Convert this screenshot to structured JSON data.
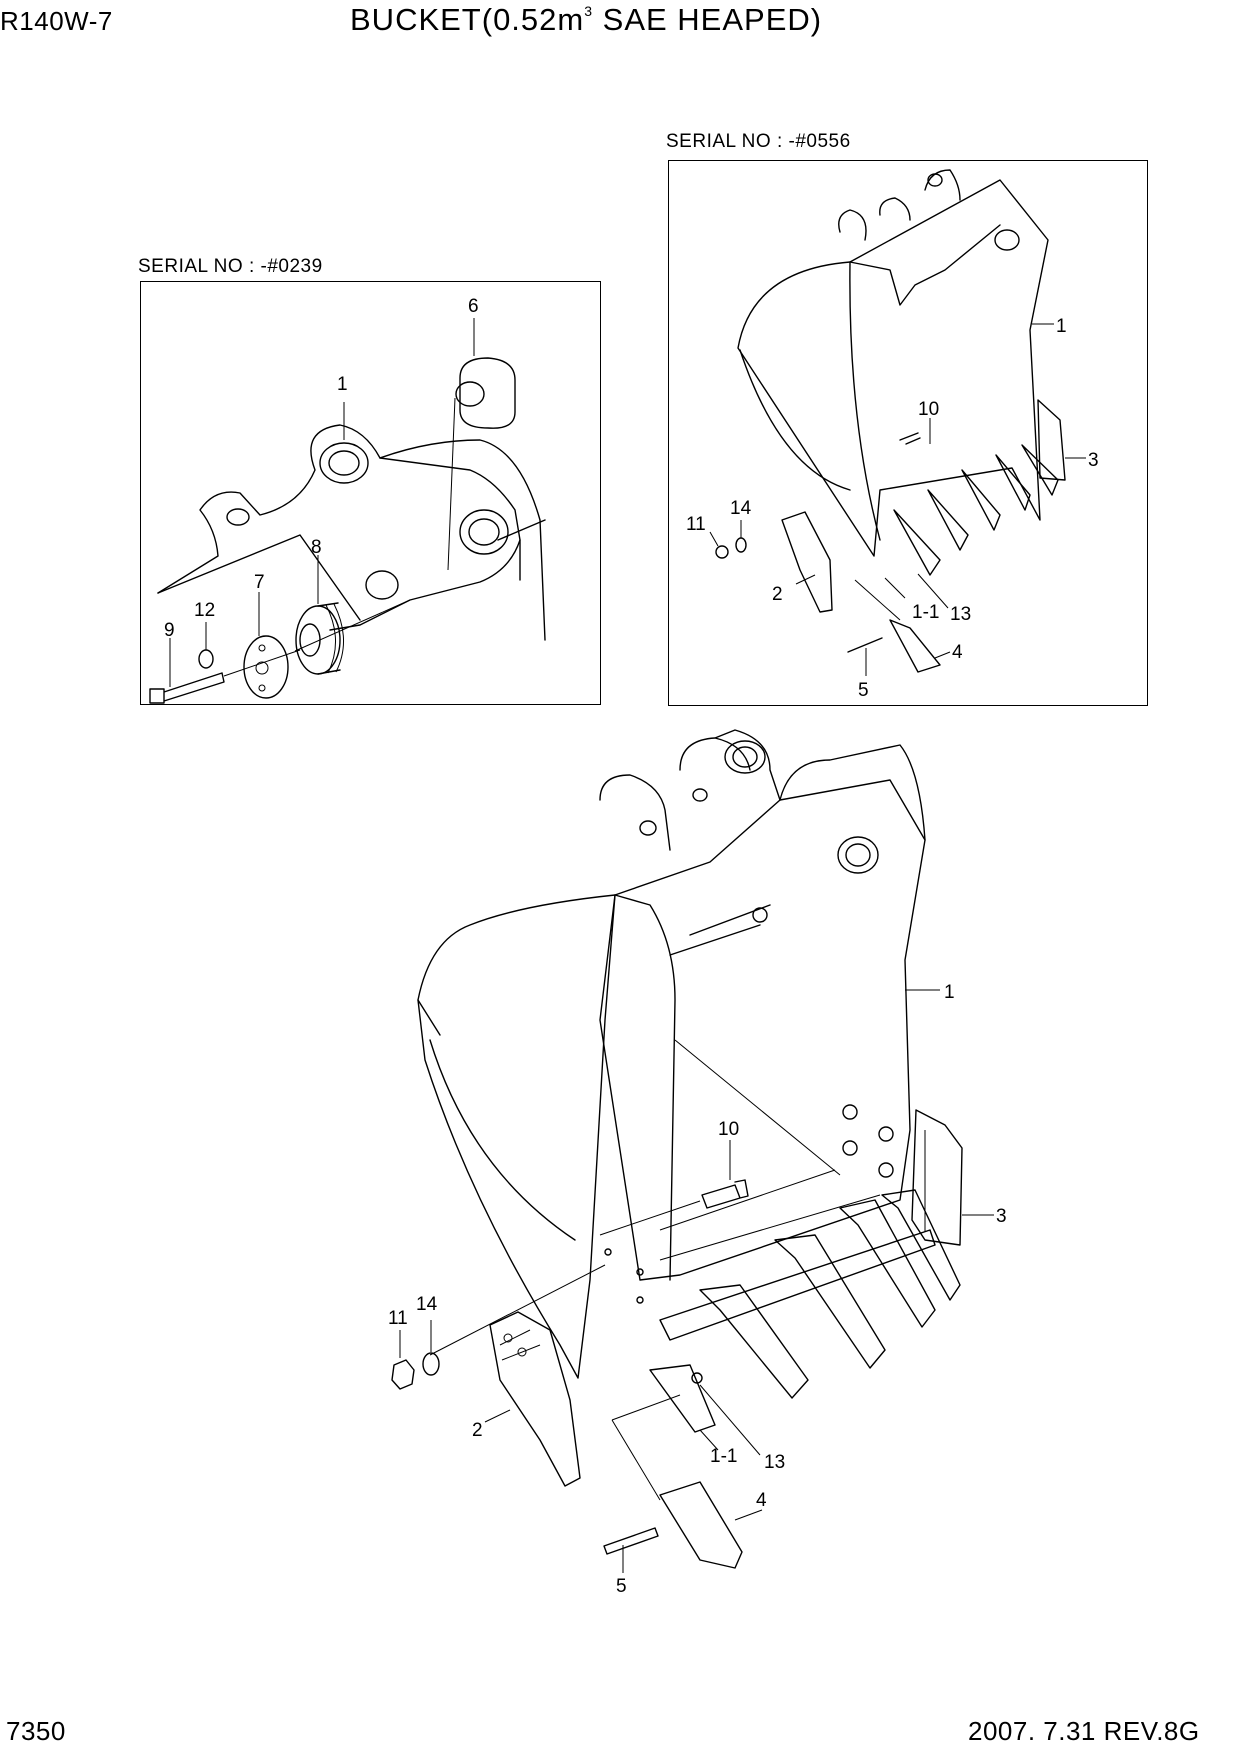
{
  "header": {
    "model": "R140W-7",
    "title_main": "BUCKET(0.52m",
    "title_sup": "3",
    "title_end": " SAE HEAPED)"
  },
  "footer": {
    "page_number": "7350",
    "revision": "2007. 7.31  REV.8G"
  },
  "views": {
    "serial_a": "SERIAL NO : -#0239",
    "serial_b": "SERIAL NO : -#0556"
  },
  "callouts": {
    "panel_a": [
      "1",
      "6",
      "8",
      "7",
      "12",
      "9"
    ],
    "panel_b": [
      "1",
      "10",
      "3",
      "14",
      "11",
      "2",
      "1-1",
      "13",
      "4",
      "5"
    ],
    "main": [
      "1",
      "10",
      "3",
      "11",
      "14",
      "2",
      "1-1",
      "13",
      "4",
      "5"
    ]
  }
}
